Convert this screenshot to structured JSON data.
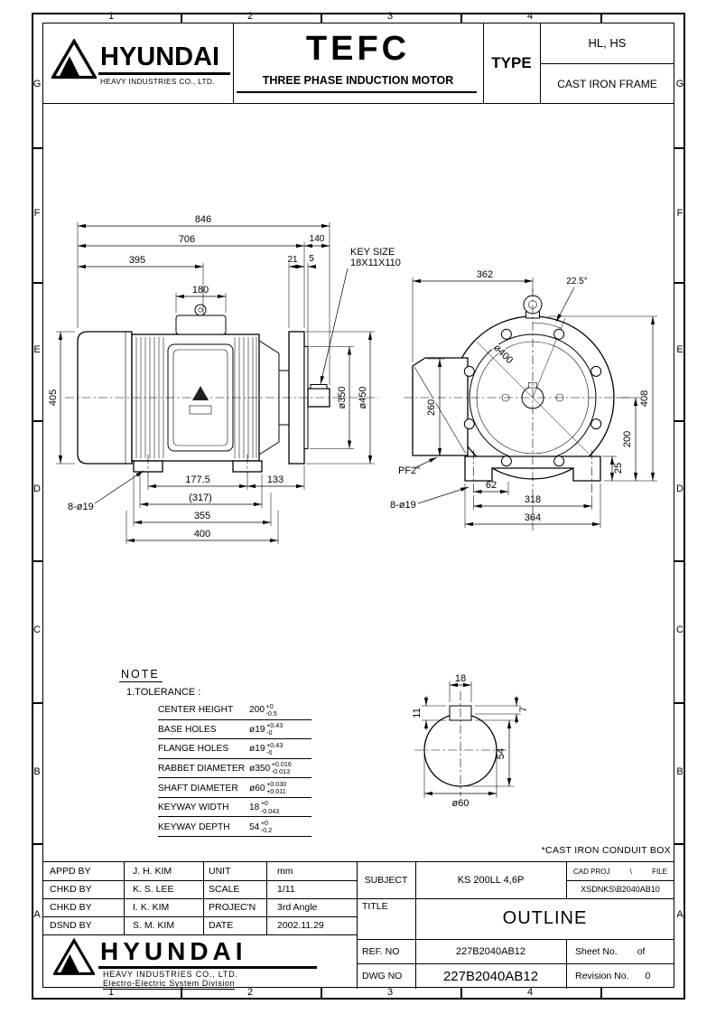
{
  "page": {
    "zone_numbers": [
      "1",
      "2",
      "3",
      "4"
    ],
    "zone_letters": [
      "G",
      "F",
      "E",
      "D",
      "C",
      "B",
      "A"
    ]
  },
  "header": {
    "brand": "HYUNDAI",
    "brand_caption": "HEAVY INDUSTRIES CO., LTD.",
    "product": "TEFC",
    "product_caption": "THREE PHASE INDUCTION MOTOR",
    "type_label": "TYPE",
    "type_line1": "HL, HS",
    "type_line2": "CAST IRON FRAME"
  },
  "side_view": {
    "dim_846": "846",
    "dim_706": "706",
    "dim_140": "140",
    "dim_395": "395",
    "dim_21": "21",
    "dim_5": "5",
    "dim_180": "180",
    "dim_405": "405",
    "key_size_line1": "KEY SIZE",
    "key_size_line2": "18X11X110",
    "dim_d350": "ø350",
    "dim_d450": "ø450",
    "dim_177_5": "177.5",
    "dim_133": "133",
    "dim_317": "(317)",
    "dim_355": "355",
    "dim_400": "400",
    "dim_holes": "8-ø19"
  },
  "front_view": {
    "dim_362": "362",
    "dim_angle": "22.5°",
    "dim_d400": "ø400",
    "dim_408": "408",
    "dim_260": "260",
    "dim_200": "200",
    "dim_pf2": "PF2\"",
    "dim_62": "62",
    "dim_25": "25",
    "dim_318": "318",
    "dim_364": "364",
    "dim_holes": "8-ø19"
  },
  "shaft_view": {
    "dim_18": "18",
    "dim_7": "7",
    "dim_11": "11",
    "dim_54": "54",
    "dim_d60": "ø60"
  },
  "note": {
    "title": "NOTE",
    "item1": "1.TOLERANCE :",
    "rows": [
      {
        "label": "CENTER HEIGHT",
        "value": "200",
        "plus": "+0",
        "minus": "-0.5"
      },
      {
        "label": "BASE HOLES",
        "value": "ø19",
        "plus": "+0.43",
        "minus": "-0"
      },
      {
        "label": "FLANGE HOLES",
        "value": "ø19",
        "plus": "+0.43",
        "minus": "-0"
      },
      {
        "label": "RABBET DIAMETER",
        "value": "ø350",
        "plus": "+0.016",
        "minus": "-0.013"
      },
      {
        "label": "SHAFT DIAMETER",
        "value": "ø60",
        "plus": "+0.030",
        "minus": "+0.011"
      },
      {
        "label": "KEYWAY WIDTH",
        "value": "18",
        "plus": "+0",
        "minus": "-0.043"
      },
      {
        "label": "KEYWAY DEPTH",
        "value": "54",
        "plus": "+0",
        "minus": "-0.2"
      }
    ],
    "footnote": "*CAST IRON CONDUIT BOX"
  },
  "title_block": {
    "rows_left": [
      {
        "label": "APPD BY",
        "name": "J. H. KIM",
        "label2": "UNIT",
        "value2": "mm"
      },
      {
        "label": "CHKD BY",
        "name": "K. S. LEE",
        "label2": "SCALE",
        "value2": "1/11"
      },
      {
        "label": "CHKD BY",
        "name": "I. K. KIM",
        "label2": "PROJEC'N",
        "value2": "3rd Angle"
      },
      {
        "label": "DSND BY",
        "name": "S. M. KIM",
        "label2": "DATE",
        "value2": "2002.11.29"
      }
    ],
    "subject_label": "SUBJECT",
    "subject": "KS 200LL 4,6P",
    "cad_label": "CAD PROJ",
    "cad_divider": "\\",
    "file_label": "FILE",
    "cad_value": "XSDNKS\\B2040AB10",
    "title_label": "TITLE",
    "title": "OUTLINE",
    "ref_label": "REF. NO",
    "ref_value": "227B2040AB12",
    "sheet_label": "Sheet No.",
    "sheet_of": "of",
    "dwg_label": "DWG NO",
    "dwg_value": "227B2040AB12",
    "rev_label": "Revision No.",
    "rev_value": "0",
    "brand": "HYUNDAI",
    "brand_caption1": "HEAVY INDUSTRIES CO., LTD.",
    "brand_caption2": "Electro-Electric System Division"
  }
}
